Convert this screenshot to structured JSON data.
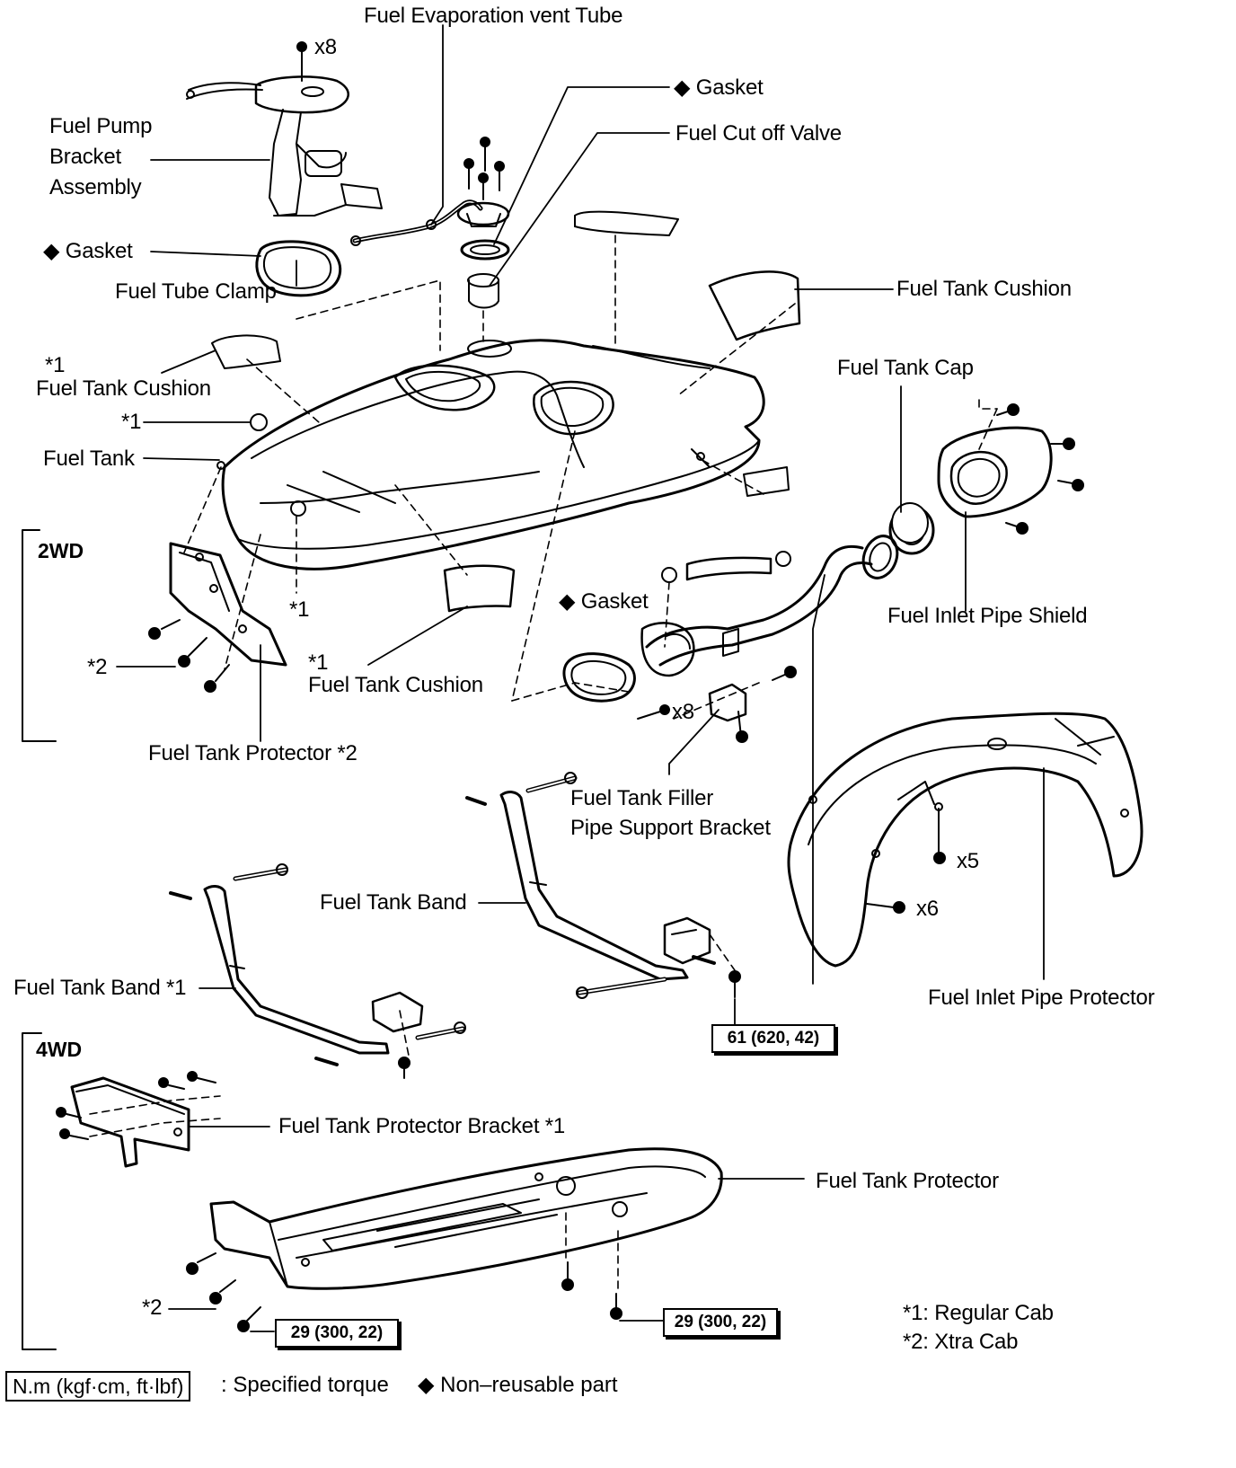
{
  "labels": {
    "fuel_evap_vent_tube": "Fuel Evaporation vent Tube",
    "x8_top": "x8",
    "gasket_top": "◆ Gasket",
    "fuel_cut_off_valve": "Fuel Cut off Valve",
    "fuel_pump_bracket_1": "Fuel Pump",
    "fuel_pump_bracket_2": "Bracket",
    "fuel_pump_bracket_3": "Assembly",
    "gasket_left": "◆ Gasket",
    "fuel_tube_clamp": "Fuel Tube Clamp",
    "fuel_tank_cushion_right": "Fuel Tank Cushion",
    "star1_cushion": "*1",
    "fuel_tank_cushion_left": "Fuel Tank Cushion",
    "star1_nut": "*1",
    "fuel_tank_cap": "Fuel Tank Cap",
    "fuel_tank": "Fuel Tank",
    "star1_lower": "*1",
    "gasket_mid": "◆ Gasket",
    "fuel_inlet_pipe_shield": "Fuel Inlet Pipe Shield",
    "star2_2wd": "*2",
    "star1_cushion_low": "*1",
    "fuel_tank_cushion_low": "Fuel Tank Cushion",
    "x8_mid": "x8",
    "fuel_tank_protector_2": "Fuel Tank Protector *2",
    "filler_pipe_bracket_1": "Fuel Tank Filler",
    "filler_pipe_bracket_2": "Pipe Support Bracket",
    "x5": "x5",
    "x6": "x6",
    "fuel_tank_band": "Fuel Tank Band",
    "fuel_tank_band_1": "Fuel Tank Band *1",
    "fuel_inlet_pipe_protector": "Fuel Inlet Pipe Protector",
    "fuel_tank_protector_bracket": "Fuel Tank Protector Bracket *1",
    "fuel_tank_protector": "Fuel Tank Protector",
    "star2_4wd": "*2",
    "note_regular_cab": "*1: Regular Cab",
    "note_xtra_cab": "*2: Xtra Cab"
  },
  "sections": {
    "wd2": "2WD",
    "wd4": "4WD"
  },
  "torque": {
    "band": "61 (620, 42)",
    "protector_left": "29 (300, 22)",
    "protector_right": "29 (300, 22)"
  },
  "legend": {
    "unit": "N.m (kgf·cm, ft·lbf)",
    "specified_torque": ": Specified torque",
    "non_reusable": "◆ Non–reusable part"
  }
}
